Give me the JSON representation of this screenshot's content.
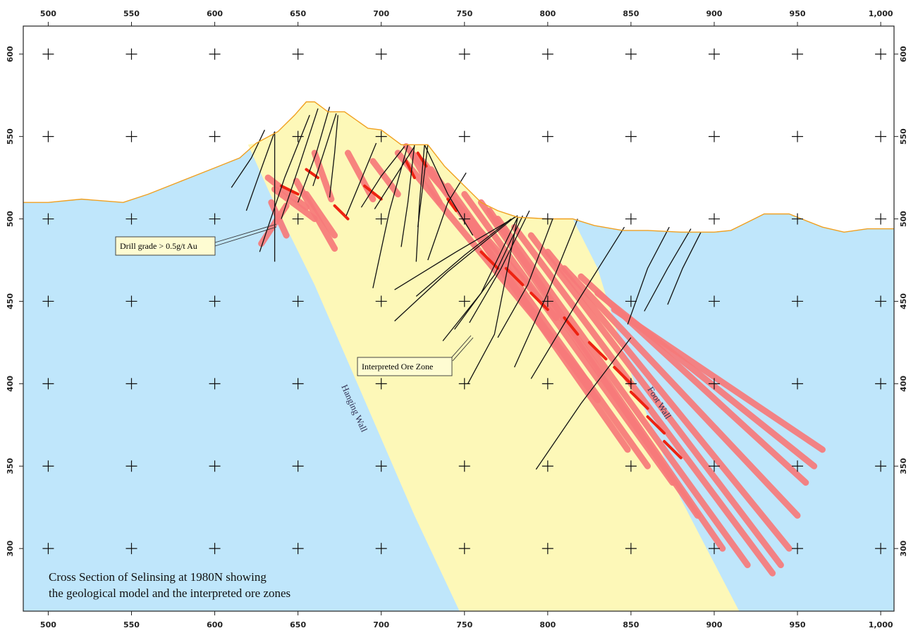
{
  "figure": {
    "caption_line1": "Cross Section of Selinsing at 1980N showing",
    "caption_line2": "the geological model and the interpreted ore zones"
  },
  "axes": {
    "easting_ticks": [
      "500",
      "550",
      "600",
      "650",
      "700",
      "750",
      "800",
      "850",
      "900",
      "950",
      "1,000"
    ],
    "elevation_ticks": [
      "600",
      "550",
      "500",
      "450",
      "400",
      "350",
      "300"
    ],
    "easting_range": [
      485,
      1008
    ],
    "elevation_range": [
      262,
      617
    ]
  },
  "labels": {
    "drill_grade": "Drill grade > 0.5g/t Au",
    "ore_zone": "Interpreted Ore Zone",
    "hanging_wall": "Hanging Wall",
    "foot_wall": "Foot Wall"
  },
  "colors": {
    "country_rock": "#bfe6fb",
    "ore_host_zone": "#fdf8b8",
    "topography_line": "#f0a020",
    "ore_zone": "#f77a7a",
    "drill_grade": "#ee2211",
    "drill_trace": "#111111"
  },
  "model": {
    "topography": [
      [
        485,
        510
      ],
      [
        500,
        510
      ],
      [
        520,
        512
      ],
      [
        545,
        510
      ],
      [
        560,
        515
      ],
      [
        580,
        523
      ],
      [
        600,
        531
      ],
      [
        615,
        537
      ],
      [
        625,
        546
      ],
      [
        638,
        553
      ],
      [
        648,
        563
      ],
      [
        655,
        571
      ],
      [
        660,
        571
      ],
      [
        668,
        565
      ],
      [
        678,
        565
      ],
      [
        692,
        555
      ],
      [
        700,
        554
      ],
      [
        712,
        545
      ],
      [
        722,
        545
      ],
      [
        728,
        545
      ],
      [
        738,
        532
      ],
      [
        748,
        522
      ],
      [
        760,
        510
      ],
      [
        770,
        505
      ],
      [
        782,
        501
      ],
      [
        800,
        500
      ],
      [
        815,
        500
      ],
      [
        828,
        496
      ],
      [
        845,
        493
      ],
      [
        860,
        493
      ],
      [
        880,
        492
      ],
      [
        900,
        492
      ],
      [
        910,
        493
      ],
      [
        920,
        498
      ],
      [
        930,
        503
      ],
      [
        945,
        503
      ],
      [
        955,
        499
      ],
      [
        965,
        495
      ],
      [
        978,
        492
      ],
      [
        992,
        494
      ],
      [
        1008,
        494
      ]
    ],
    "host_zone_top": [
      [
        620,
        545
      ],
      [
        625,
        546
      ],
      [
        638,
        553
      ],
      [
        648,
        563
      ],
      [
        655,
        571
      ],
      [
        660,
        571
      ],
      [
        668,
        565
      ],
      [
        678,
        565
      ],
      [
        692,
        555
      ],
      [
        700,
        554
      ],
      [
        712,
        545
      ],
      [
        722,
        545
      ],
      [
        728,
        545
      ],
      [
        738,
        532
      ],
      [
        748,
        522
      ],
      [
        760,
        510
      ],
      [
        770,
        505
      ],
      [
        782,
        501
      ],
      [
        800,
        500
      ],
      [
        815,
        500
      ]
    ],
    "hanging_wall_contact": [
      [
        620,
        545
      ],
      [
        632,
        518
      ],
      [
        638,
        505
      ],
      [
        660,
        460
      ],
      [
        690,
        390
      ],
      [
        720,
        320
      ],
      [
        747,
        262
      ]
    ],
    "foot_wall_contact": [
      [
        815,
        500
      ],
      [
        830,
        470
      ],
      [
        845,
        420
      ],
      [
        860,
        380
      ],
      [
        880,
        330
      ],
      [
        915,
        262
      ]
    ],
    "drill_holes": [
      [
        [
          610,
          519
        ],
        [
          622,
          537
        ],
        [
          630,
          554
        ]
      ],
      [
        [
          619,
          505
        ],
        [
          626,
          525
        ],
        [
          636,
          553
        ]
      ],
      [
        [
          636,
          553
        ],
        [
          636,
          520
        ],
        [
          636,
          474
        ]
      ],
      [
        [
          627,
          480
        ],
        [
          642,
          525
        ],
        [
          657,
          563
        ]
      ],
      [
        [
          640,
          500
        ],
        [
          651,
          533
        ],
        [
          662,
          567
        ]
      ],
      [
        [
          650,
          510
        ],
        [
          661,
          540
        ],
        [
          669,
          568
        ]
      ],
      [
        [
          659,
          520
        ],
        [
          667,
          545
        ],
        [
          673,
          564
        ]
      ],
      [
        [
          669,
          513
        ],
        [
          672,
          540
        ],
        [
          674,
          563
        ]
      ],
      [
        [
          679,
          502
        ],
        [
          688,
          524
        ],
        [
          697,
          546
        ]
      ],
      [
        [
          688,
          507
        ],
        [
          700,
          526
        ],
        [
          714,
          544
        ]
      ],
      [
        [
          696,
          506
        ],
        [
          708,
          525
        ],
        [
          720,
          544
        ]
      ],
      [
        [
          695,
          458
        ],
        [
          705,
          505
        ],
        [
          716,
          545
        ]
      ],
      [
        [
          712,
          483
        ],
        [
          716,
          510
        ],
        [
          720,
          545
        ]
      ],
      [
        [
          721,
          474
        ],
        [
          723,
          510
        ],
        [
          726,
          545
        ]
      ],
      [
        [
          722,
          495
        ],
        [
          725,
          520
        ],
        [
          728,
          545
        ]
      ],
      [
        [
          728,
          475
        ],
        [
          740,
          510
        ],
        [
          751,
          528
        ]
      ],
      [
        [
          755,
          490
        ],
        [
          740,
          515
        ],
        [
          726,
          545
        ]
      ],
      [
        [
          708,
          457
        ],
        [
          745,
          480
        ],
        [
          782,
          502
        ]
      ],
      [
        [
          708,
          438
        ],
        [
          740,
          468
        ],
        [
          780,
          501
        ]
      ],
      [
        [
          721,
          453
        ],
        [
          750,
          478
        ],
        [
          778,
          500
        ]
      ],
      [
        [
          737,
          426
        ],
        [
          760,
          455
        ],
        [
          782,
          501
        ]
      ],
      [
        [
          744,
          433
        ],
        [
          768,
          466
        ],
        [
          785,
          502
        ]
      ],
      [
        [
          753,
          437
        ],
        [
          772,
          470
        ],
        [
          789,
          505
        ]
      ],
      [
        [
          752,
          400
        ],
        [
          768,
          430
        ],
        [
          782,
          501
        ]
      ],
      [
        [
          770,
          428
        ],
        [
          788,
          460
        ],
        [
          803,
          500
        ]
      ],
      [
        [
          780,
          410
        ],
        [
          800,
          455
        ],
        [
          818,
          500
        ]
      ],
      [
        [
          790,
          403
        ],
        [
          818,
          450
        ],
        [
          846,
          495
        ]
      ],
      [
        [
          793,
          348
        ],
        [
          820,
          388
        ],
        [
          850,
          428
        ]
      ],
      [
        [
          848,
          436
        ],
        [
          860,
          470
        ],
        [
          873,
          495
        ]
      ],
      [
        [
          858,
          444
        ],
        [
          872,
          470
        ],
        [
          886,
          494
        ]
      ],
      [
        [
          872,
          448
        ],
        [
          881,
          470
        ],
        [
          892,
          492
        ]
      ]
    ],
    "ore_zones": [
      [
        [
          634,
          510
        ],
        [
          643,
          490
        ]
      ],
      [
        [
          628,
          485
        ],
        [
          643,
          508
        ]
      ],
      [
        [
          632,
          525
        ],
        [
          655,
          507
        ]
      ],
      [
        [
          649,
          523
        ],
        [
          672,
          482
        ]
      ],
      [
        [
          636,
          518
        ],
        [
          660,
          500
        ]
      ],
      [
        [
          655,
          515
        ],
        [
          672,
          490
        ]
      ],
      [
        [
          660,
          540
        ],
        [
          670,
          512
        ]
      ],
      [
        [
          680,
          540
        ],
        [
          695,
          512
        ]
      ],
      [
        [
          695,
          535
        ],
        [
          710,
          515
        ]
      ],
      [
        [
          718,
          540
        ],
        [
          735,
          510
        ]
      ],
      [
        [
          715,
          544
        ],
        [
          805,
          440
        ]
      ],
      [
        [
          710,
          540
        ],
        [
          825,
          400
        ]
      ],
      [
        [
          725,
          535
        ],
        [
          830,
          390
        ]
      ],
      [
        [
          730,
          530
        ],
        [
          848,
          360
        ]
      ],
      [
        [
          740,
          520
        ],
        [
          860,
          350
        ]
      ],
      [
        [
          750,
          515
        ],
        [
          875,
          340
        ]
      ],
      [
        [
          760,
          510
        ],
        [
          890,
          320
        ]
      ],
      [
        [
          765,
          505
        ],
        [
          905,
          300
        ]
      ],
      [
        [
          770,
          500
        ],
        [
          920,
          290
        ]
      ],
      [
        [
          780,
          495
        ],
        [
          935,
          285
        ]
      ],
      [
        [
          790,
          490
        ],
        [
          940,
          290
        ]
      ],
      [
        [
          800,
          480
        ],
        [
          945,
          300
        ]
      ],
      [
        [
          810,
          470
        ],
        [
          950,
          320
        ]
      ],
      [
        [
          820,
          465
        ],
        [
          955,
          340
        ]
      ],
      [
        [
          830,
          455
        ],
        [
          960,
          350
        ]
      ],
      [
        [
          840,
          445
        ],
        [
          965,
          360
        ]
      ]
    ],
    "grade_segments": [
      [
        [
          640,
          520
        ],
        [
          650,
          515
        ]
      ],
      [
        [
          655,
          530
        ],
        [
          662,
          525
        ]
      ],
      [
        [
          672,
          508
        ],
        [
          680,
          500
        ]
      ],
      [
        [
          690,
          520
        ],
        [
          700,
          512
        ]
      ],
      [
        [
          715,
          535
        ],
        [
          720,
          525
        ]
      ],
      [
        [
          722,
          540
        ],
        [
          727,
          532
        ]
      ],
      [
        [
          740,
          512
        ],
        [
          745,
          505
        ]
      ],
      [
        [
          760,
          480
        ],
        [
          770,
          470
        ]
      ],
      [
        [
          775,
          470
        ],
        [
          785,
          460
        ]
      ],
      [
        [
          790,
          455
        ],
        [
          800,
          445
        ]
      ],
      [
        [
          810,
          440
        ],
        [
          818,
          430
        ]
      ],
      [
        [
          825,
          425
        ],
        [
          835,
          415
        ]
      ],
      [
        [
          840,
          410
        ],
        [
          850,
          400
        ]
      ],
      [
        [
          850,
          395
        ],
        [
          860,
          385
        ]
      ],
      [
        [
          860,
          380
        ],
        [
          870,
          370
        ]
      ],
      [
        [
          870,
          365
        ],
        [
          880,
          355
        ]
      ]
    ]
  }
}
